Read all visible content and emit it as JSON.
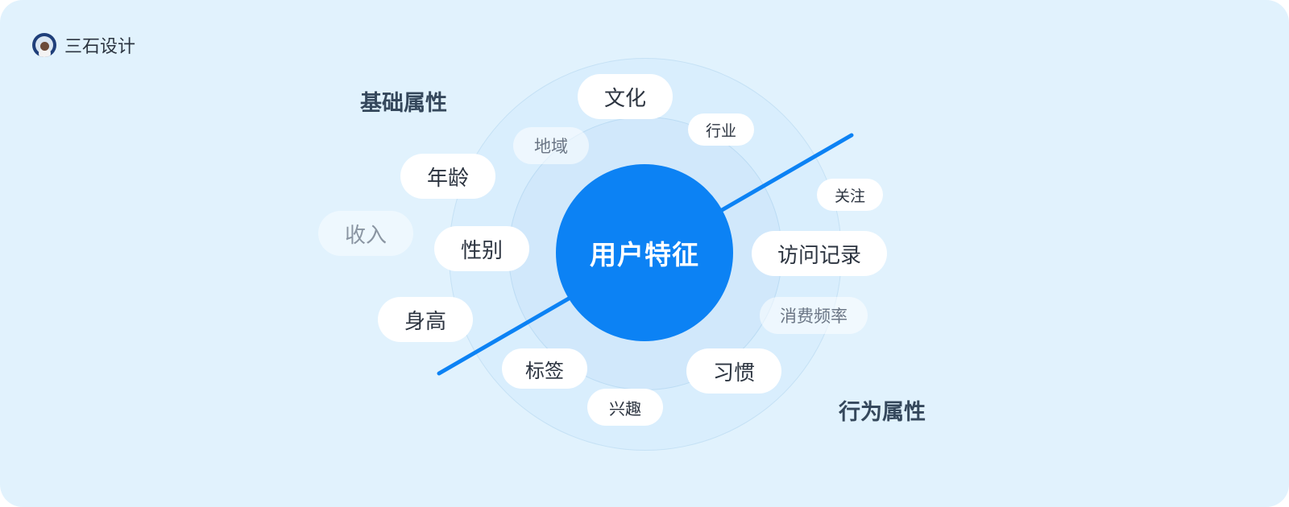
{
  "brand": {
    "name": "三石设计",
    "icon": "avatar-icon"
  },
  "center": {
    "label": "用户特征"
  },
  "groups": {
    "basic": "基础属性",
    "behavior": "行为属性"
  },
  "tags": {
    "culture": "文化",
    "industry": "行业",
    "region": "地域",
    "age": "年龄",
    "income": "收入",
    "gender": "性别",
    "height": "身高",
    "follow": "关注",
    "visits": "访问记录",
    "frequency": "消费频率",
    "label": "标签",
    "habit": "习惯",
    "interest": "兴趣"
  },
  "colors": {
    "accent": "#0c82f4",
    "background": "#e1f2fd",
    "title": "#35485c"
  }
}
